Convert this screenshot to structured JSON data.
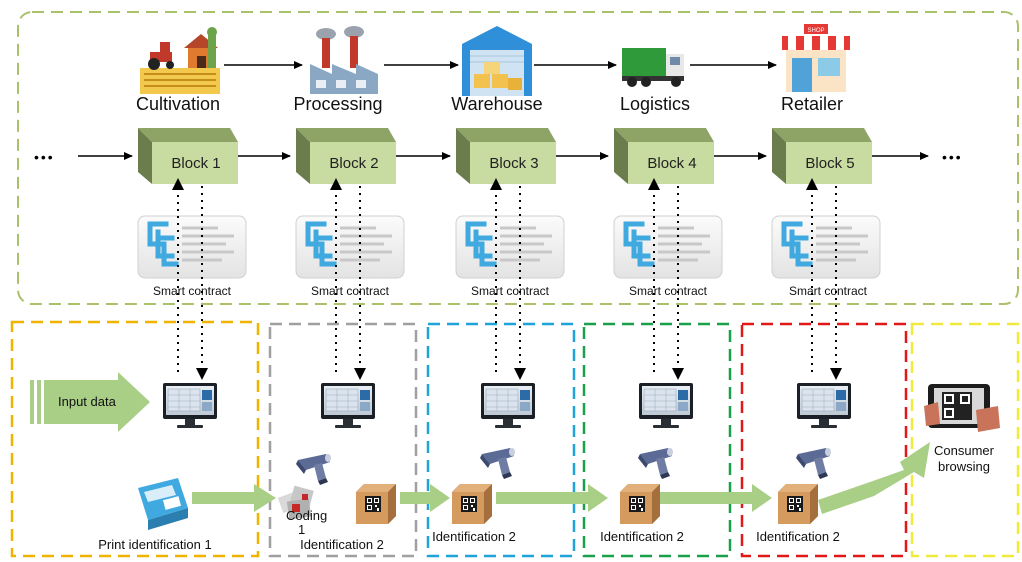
{
  "stages": [
    {
      "label": "Cultivation",
      "icon": "farm-icon"
    },
    {
      "label": "Processing",
      "icon": "factory-icon"
    },
    {
      "label": "Warehouse",
      "icon": "warehouse-icon"
    },
    {
      "label": "Logistics",
      "icon": "truck-icon"
    },
    {
      "label": "Retailer",
      "icon": "shop-icon"
    }
  ],
  "shop_sign": "SHOP",
  "blocks": [
    "Block 1",
    "Block 2",
    "Block 3",
    "Block 4",
    "Block 5"
  ],
  "ellipsis_left": "•••",
  "ellipsis_right": "•••",
  "smart_contract_label": "Smart contract",
  "input_data_label": "Input data",
  "print_label": "Print identification 1",
  "coding_label_line1": "Coding",
  "coding_label_line2": "1",
  "identification_labels": [
    "Identification 2",
    "Identification 2",
    "Identification 2",
    "Identification 2"
  ],
  "consumer_line1": "Consumer",
  "consumer_line2": "browsing",
  "colors": {
    "top_border": "#a9c26a",
    "block_fill": "#c8dba0",
    "block_dark": "#6b7d4c",
    "arrow_green": "#a9cf86",
    "box_yellow": "#f0b400",
    "box_gray": "#a0a0a0",
    "box_blue": "#1fa3d8",
    "box_green": "#1aa04a",
    "box_red": "#e01818",
    "box_lightyellow": "#f2ea3a",
    "contract_blue": "#3fa9e0"
  }
}
